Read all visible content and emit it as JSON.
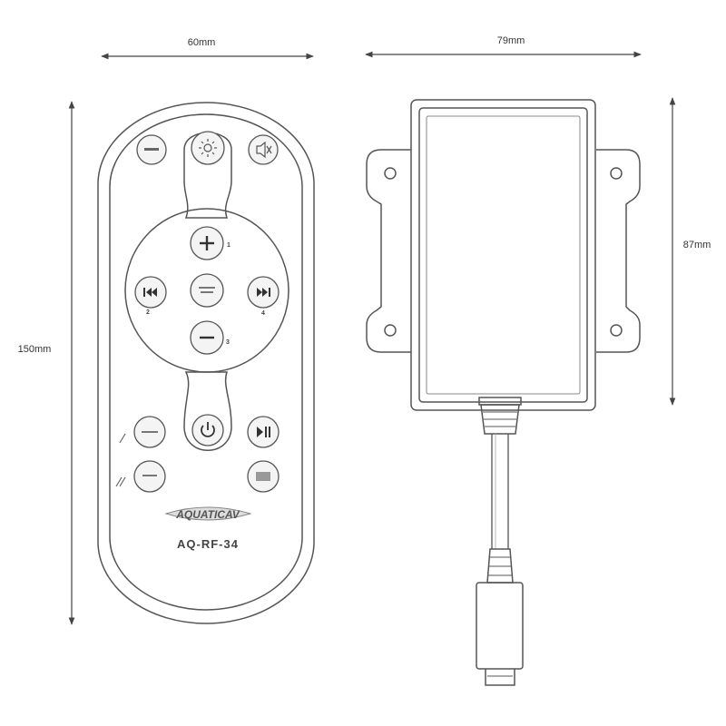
{
  "dimensions": {
    "remote_width": "60mm",
    "receiver_width": "79mm",
    "remote_height": "150mm",
    "receiver_height": "87mm"
  },
  "remote": {
    "brand": "AQUATICAV",
    "model": "AQ-RF-34",
    "button_numbers": {
      "plus": "1",
      "prev": "2",
      "minus": "3",
      "next": "4"
    }
  },
  "icons": [
    "mode-button",
    "light-icon",
    "mute-icon",
    "plus-icon",
    "prev-track-icon",
    "center-button",
    "next-track-icon",
    "minus-icon",
    "power-icon",
    "play-pause-icon",
    "connector-plug"
  ]
}
